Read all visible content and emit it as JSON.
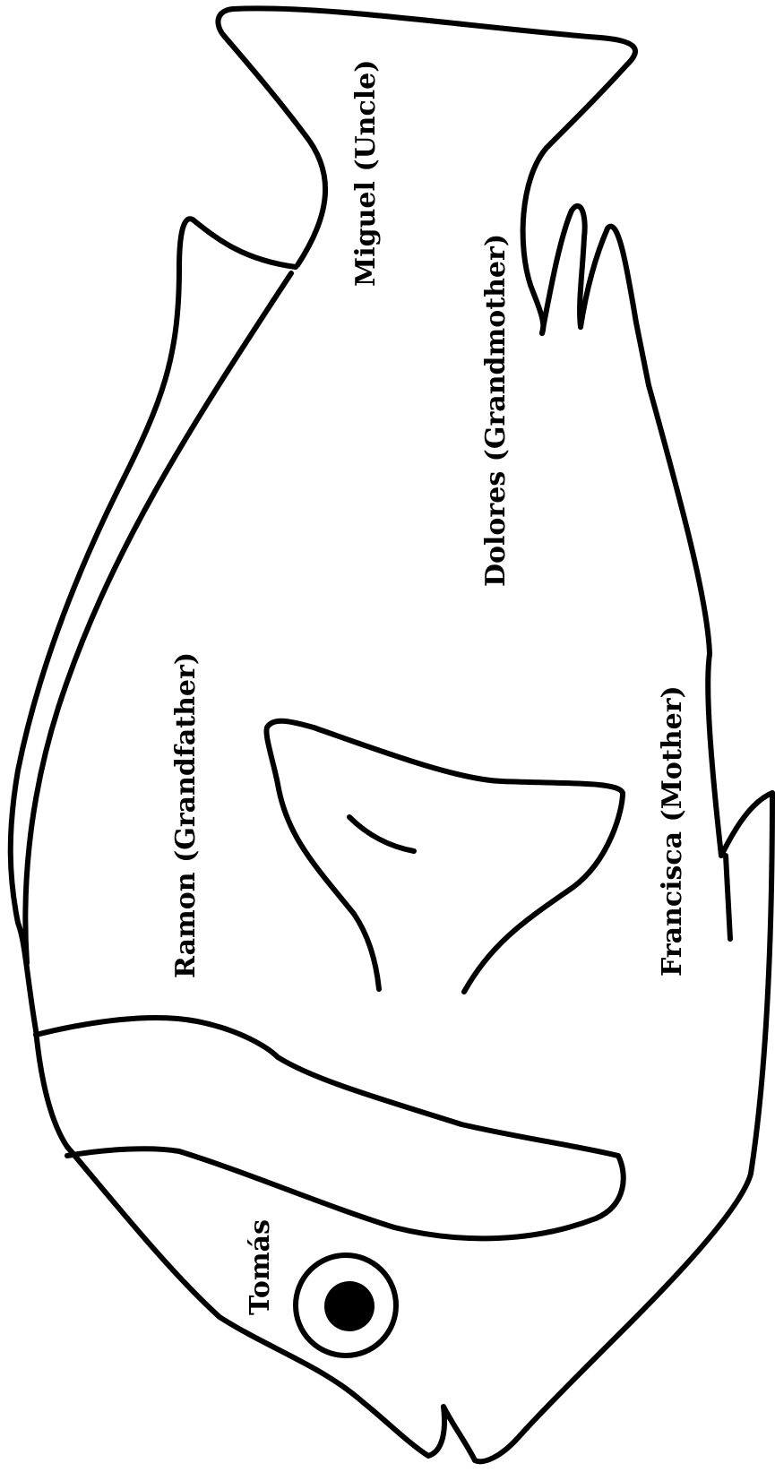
{
  "diagram": {
    "labels": {
      "grandfather": "Ramon (Grandfather)",
      "grandmother": "Dolores (Grandmother)",
      "uncle": "Miguel (Uncle)",
      "mother": "Francisca (Mother)",
      "child": "Tomás"
    },
    "colors": {
      "stroke": "#000000",
      "background": "#ffffff"
    },
    "icons": [
      "fish-outline",
      "fish-eye"
    ]
  }
}
